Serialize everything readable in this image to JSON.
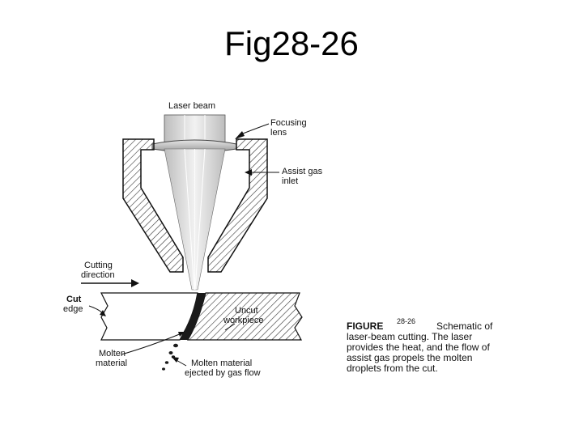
{
  "slide": {
    "title": "Fig28-26"
  },
  "labels": {
    "laser_beam": "Laser beam",
    "focusing_lens_1": "Focusing",
    "focusing_lens_2": "lens",
    "assist_gas_1": "Assist gas",
    "assist_gas_2": "inlet",
    "cutting_dir_1": "Cutting",
    "cutting_dir_2": "direction",
    "cut_edge_1": "Cut",
    "cut_edge_2": "edge",
    "uncut_1": "Uncut",
    "uncut_2": "workpiece",
    "molten_1": "Molten",
    "molten_2": "material",
    "ejected_1": "Molten material",
    "ejected_2": "ejected by gas flow"
  },
  "caption": {
    "figure_word": "FIGURE",
    "figure_number": "28-26",
    "line1": "Schematic of",
    "line2": "laser-beam cutting. The laser",
    "line3": "provides the heat, and the flow of",
    "line4": "assist gas propels the molten",
    "line5": "droplets from the cut."
  },
  "colors": {
    "ink": "#111111",
    "hatch": "#333333",
    "lens": "#bfbfbf",
    "beam": "#d9d9d9"
  }
}
